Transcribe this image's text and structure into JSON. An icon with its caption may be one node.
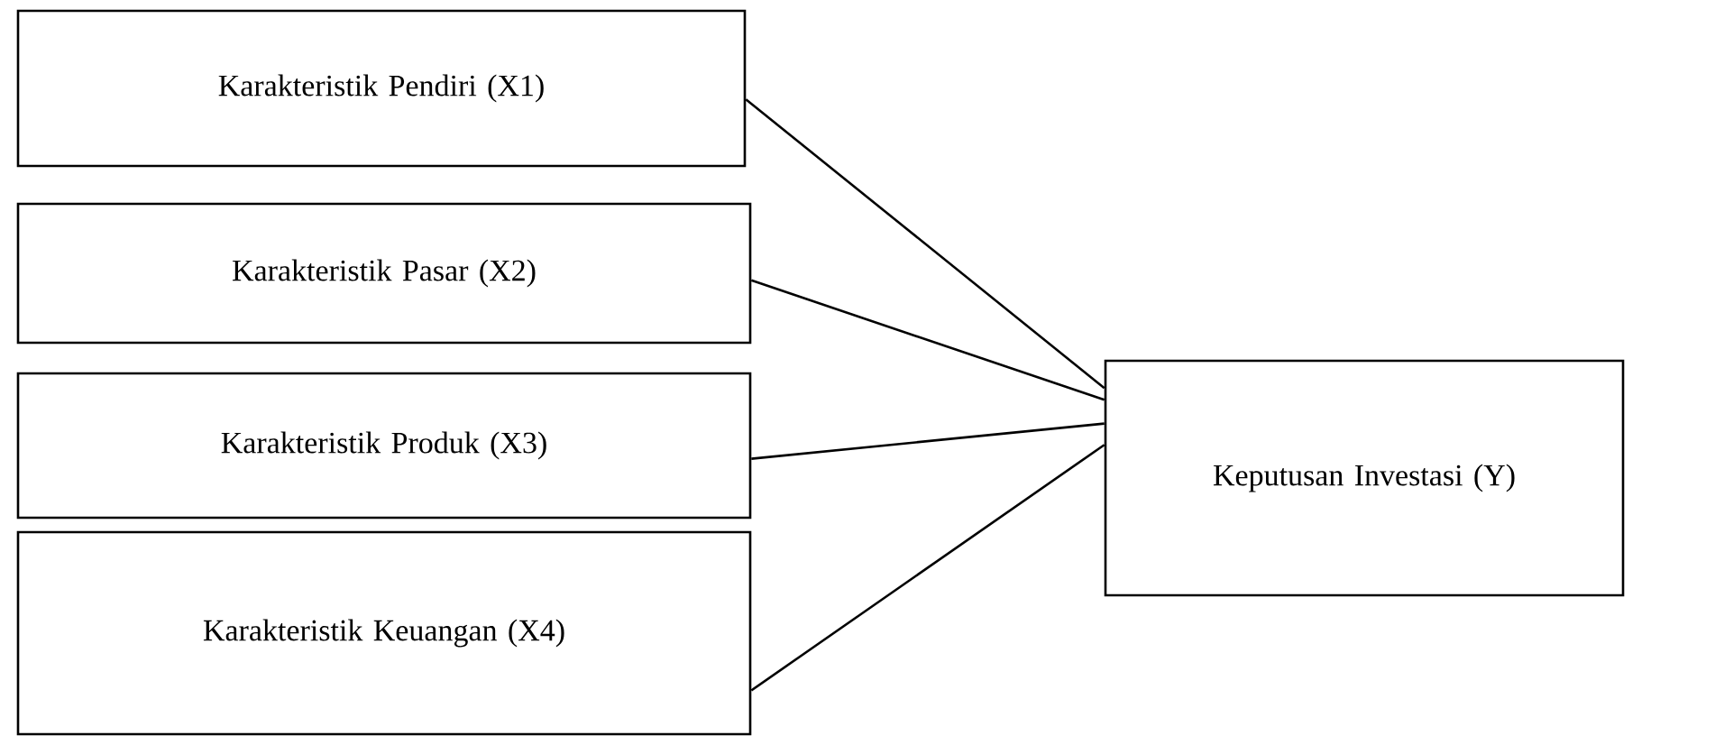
{
  "diagram": {
    "nodes": [
      {
        "text": [
          "Karakteristik Pendiri (X1)"
        ]
      },
      {
        "text": [
          "Karakteristik Pasar (X2)"
        ]
      },
      {
        "text": [
          "Karakteristik Produk (X3)"
        ]
      },
      {
        "text": [
          "Karakteristik Keuangan (X4)"
        ]
      },
      {
        "text": [
          "Keputusan Investasi (Y)"
        ]
      }
    ],
    "edges": [
      {
        "from": 0,
        "to": 4,
        "arrow": "none"
      },
      {
        "from": 1,
        "to": 4,
        "arrow": "none"
      },
      {
        "from": 2,
        "to": 4,
        "arrow": "none"
      },
      {
        "from": 3,
        "to": 4,
        "arrow": "none"
      }
    ]
  }
}
